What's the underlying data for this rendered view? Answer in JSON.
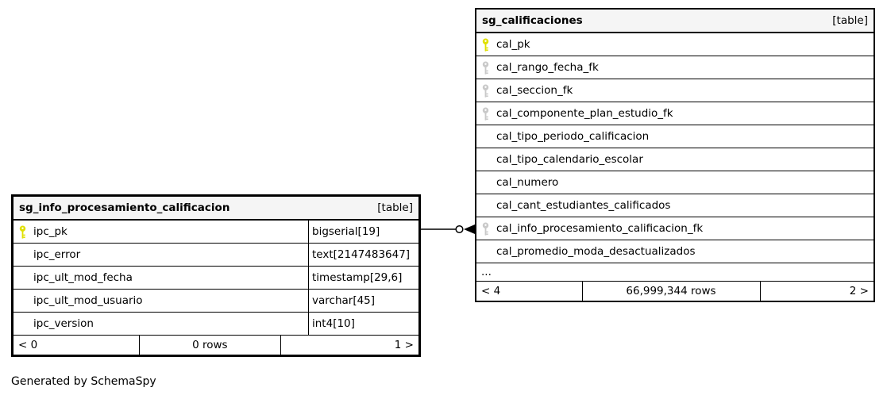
{
  "footer_note": "Generated by SchemaSpy",
  "colors": {
    "primary_key_icon": "#e0e000",
    "foreign_key_icon": "#c9c9c9",
    "table_header_bg": "#f5f5f5",
    "border": "#000000"
  },
  "relationship": {
    "from_column": "ipc_pk",
    "to_column": "cal_info_procesamiento_calificacion_fk",
    "end_style": "zero-or-many-crows-foot"
  },
  "tables": {
    "ipc": {
      "title": "sg_info_procesamiento_calificacion",
      "badge": "[table]",
      "columns": [
        {
          "name": "ipc_pk",
          "type": "bigserial[19]",
          "key": "pk"
        },
        {
          "name": "ipc_error",
          "type": "text[2147483647]",
          "key": ""
        },
        {
          "name": "ipc_ult_mod_fecha",
          "type": "timestamp[29,6]",
          "key": ""
        },
        {
          "name": "ipc_ult_mod_usuario",
          "type": "varchar[45]",
          "key": ""
        },
        {
          "name": "ipc_version",
          "type": "int4[10]",
          "key": ""
        }
      ],
      "footer": {
        "parents": "< 0",
        "rows": "0 rows",
        "children": "1 >"
      }
    },
    "cal": {
      "title": "sg_calificaciones",
      "badge": "[table]",
      "columns": [
        {
          "name": "cal_pk",
          "key": "pk"
        },
        {
          "name": "cal_rango_fecha_fk",
          "key": "fk"
        },
        {
          "name": "cal_seccion_fk",
          "key": "fk"
        },
        {
          "name": "cal_componente_plan_estudio_fk",
          "key": "fk"
        },
        {
          "name": "cal_tipo_periodo_calificacion",
          "key": ""
        },
        {
          "name": "cal_tipo_calendario_escolar",
          "key": ""
        },
        {
          "name": "cal_numero",
          "key": ""
        },
        {
          "name": "cal_cant_estudiantes_calificados",
          "key": ""
        },
        {
          "name": "cal_info_procesamiento_calificacion_fk",
          "key": "fk"
        },
        {
          "name": "cal_promedio_moda_desactualizados",
          "key": ""
        }
      ],
      "ellipsis": "...",
      "footer": {
        "parents": "< 4",
        "rows": "66,999,344 rows",
        "children": "2 >"
      }
    }
  }
}
